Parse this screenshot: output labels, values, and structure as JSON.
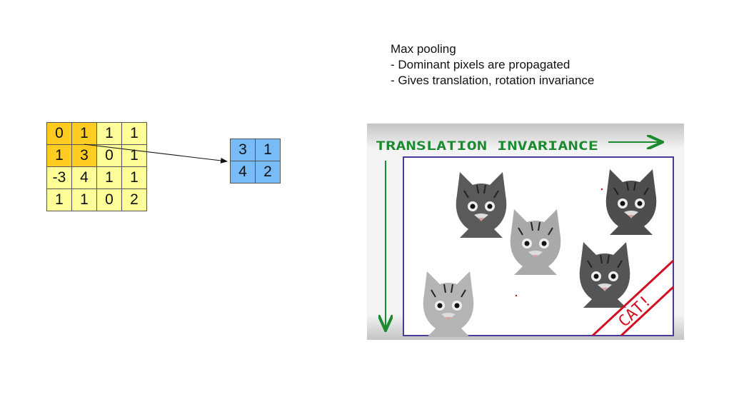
{
  "notes": {
    "title": "Max pooling",
    "bullet_1": "- Dominant pixels are propagated",
    "bullet_2": "- Gives translation, rotation invariance"
  },
  "input_matrix": [
    [
      "0",
      "1",
      "1",
      "1"
    ],
    [
      "1",
      "3",
      "0",
      "1"
    ],
    [
      "-3",
      "4",
      "1",
      "1"
    ],
    [
      "1",
      "1",
      "0",
      "2"
    ]
  ],
  "output_matrix": [
    [
      "3",
      "1"
    ],
    [
      "4",
      "2"
    ]
  ],
  "illustration": {
    "top_label": "TRANSLATION INVARIANCE",
    "stamp": "CAT!"
  },
  "colors": {
    "input_cell": "#ffff99",
    "highlight_cell": "#ffcc22",
    "output_cell": "#77bbf7",
    "marker_green": "#1a8a2e",
    "frame_purple": "#4a3a9a",
    "stamp_red": "#d01020"
  }
}
